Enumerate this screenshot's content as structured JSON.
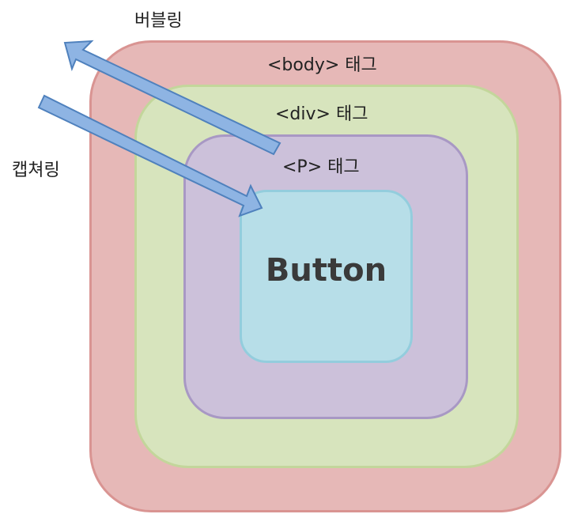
{
  "title": "",
  "layers": [
    {
      "id": "body",
      "label": "<body> 태그",
      "fill": "#e6b8b7",
      "stroke": "#d99492"
    },
    {
      "id": "div",
      "label": "<div> 태그",
      "fill": "#d7e4bd",
      "stroke": "#c3d69b"
    },
    {
      "id": "p",
      "label": "<P> 태그",
      "fill": "#ccc1da",
      "stroke": "#a898c4"
    },
    {
      "id": "button",
      "label": "Button",
      "fill": "#b7dee8",
      "stroke": "#93cddd"
    }
  ],
  "arrows": {
    "bubbling": {
      "label": "버블링",
      "fill": "#8eb4e3",
      "stroke": "#4f81bd"
    },
    "capturing": {
      "label": "캡쳐링",
      "fill": "#8eb4e3",
      "stroke": "#4f81bd"
    }
  }
}
